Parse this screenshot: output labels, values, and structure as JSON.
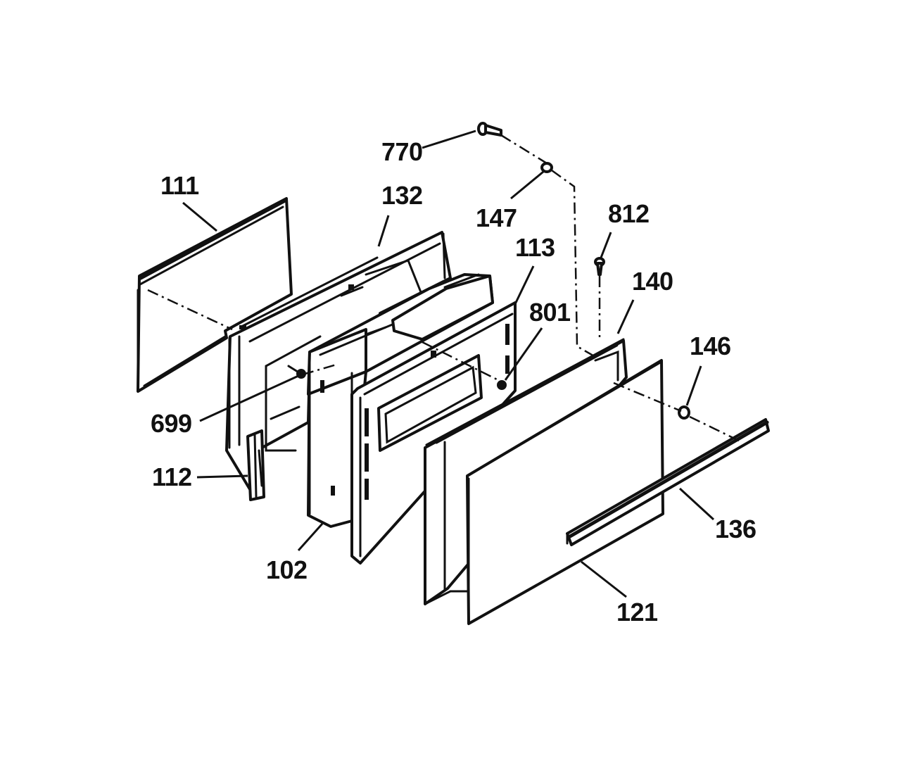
{
  "labels": {
    "p770": "770",
    "p147": "147",
    "p812": "812",
    "p111": "111",
    "p132": "132",
    "p113": "113",
    "p140": "140",
    "p801": "801",
    "p146": "146",
    "p699": "699",
    "p112": "112",
    "p102": "102",
    "p136": "136",
    "p121": "121"
  }
}
